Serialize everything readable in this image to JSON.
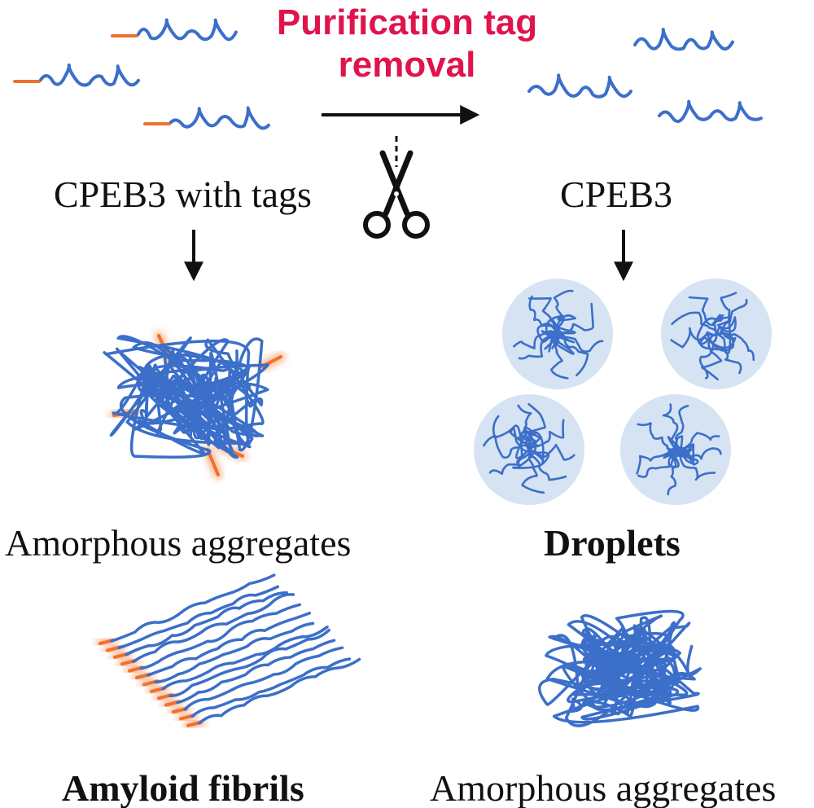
{
  "process_label": {
    "line1": "Purification tag",
    "line2": "removal"
  },
  "left": {
    "title": "CPEB3 with tags",
    "result1": "Amorphous aggregates",
    "result2": "Amyloid fibrils"
  },
  "right": {
    "title": "CPEB3",
    "result1": "Droplets",
    "result2": "Amorphous aggregates"
  },
  "colors": {
    "protein": "#3b6fc9",
    "tag": "#f07030",
    "tag_glow": "#f9b58c",
    "droplet": "#d6e3f3",
    "accent": "#e0144c",
    "ink": "#111111"
  },
  "icons": {
    "cut": "scissors-icon"
  }
}
